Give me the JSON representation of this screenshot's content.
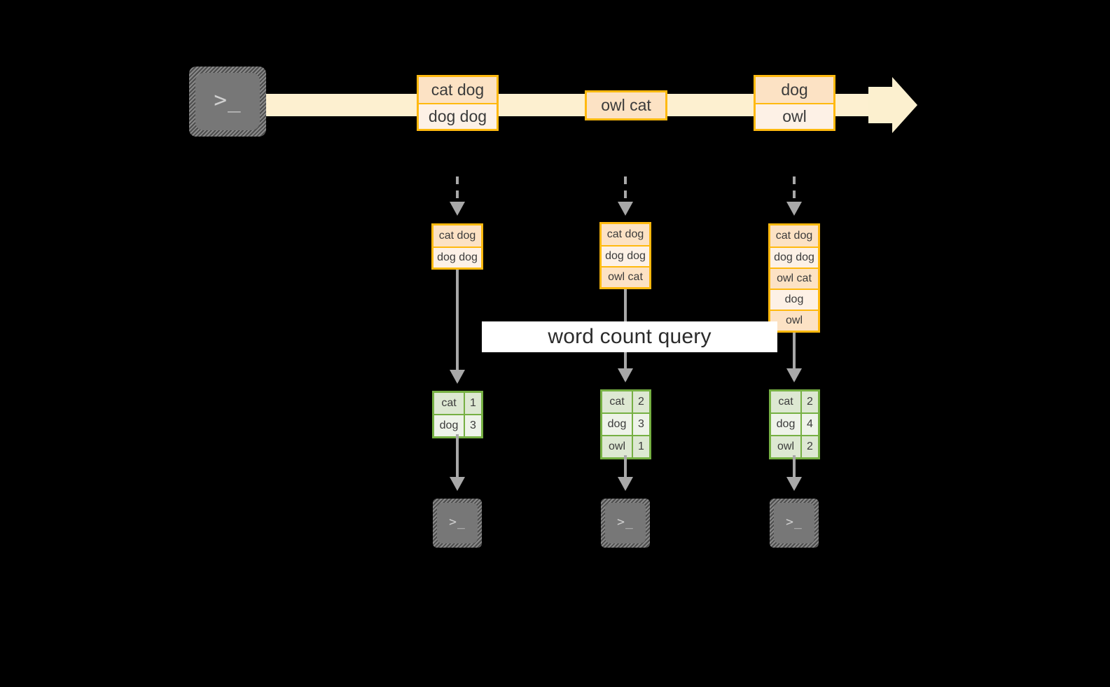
{
  "diagram": {
    "title": "Stream word count query diagram",
    "background_color": "#000000",
    "accent_orange": "#ffb90f",
    "accent_green": "#76b043",
    "band_color": "#fdf0d0",
    "gray": "#a8a8a8",
    "query_label": "word count query",
    "terminal_prompt": ">_"
  },
  "stream": {
    "source_icon": "terminal-icon",
    "records": [
      {
        "lines": [
          "cat dog",
          "dog dog"
        ]
      },
      {
        "lines": [
          "owl cat"
        ]
      },
      {
        "lines": [
          "dog",
          "owl"
        ]
      }
    ]
  },
  "columns": [
    {
      "id": "t1",
      "buffer": [
        "cat dog",
        "dog dog"
      ],
      "counts": [
        {
          "word": "cat",
          "count": "1"
        },
        {
          "word": "dog",
          "count": "3"
        }
      ],
      "sink_icon": "terminal-icon"
    },
    {
      "id": "t2",
      "buffer": [
        "cat dog",
        "dog dog",
        "owl cat"
      ],
      "counts": [
        {
          "word": "cat",
          "count": "2"
        },
        {
          "word": "dog",
          "count": "3"
        },
        {
          "word": "owl",
          "count": "1"
        }
      ],
      "sink_icon": "terminal-icon"
    },
    {
      "id": "t3",
      "buffer": [
        "cat dog",
        "dog dog",
        "owl cat",
        "dog",
        "owl"
      ],
      "counts": [
        {
          "word": "cat",
          "count": "2"
        },
        {
          "word": "dog",
          "count": "4"
        },
        {
          "word": "owl",
          "count": "2"
        }
      ],
      "sink_icon": "terminal-icon"
    }
  ]
}
